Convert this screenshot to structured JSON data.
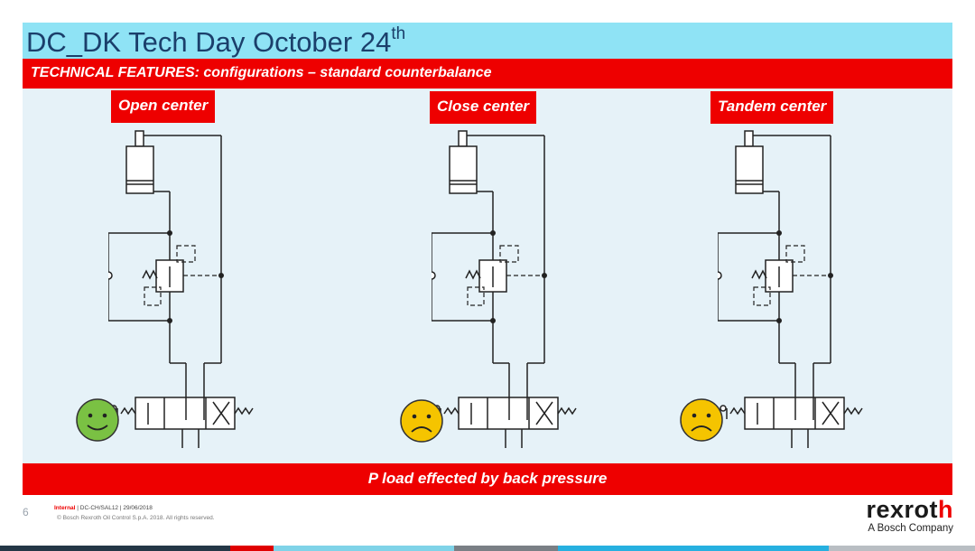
{
  "header": {
    "title_main": "DC_DK Tech Day October 24",
    "title_sup": "th",
    "subtitle": "TECHNICAL FEATURES: configurations – standard counterbalance"
  },
  "configs": [
    {
      "label": "Open center",
      "mood": "happy"
    },
    {
      "label": "Close center",
      "mood": "sad"
    },
    {
      "label": "Tandem center",
      "mood": "sad"
    }
  ],
  "bottom_note": "P load effected by back pressure",
  "footer": {
    "page_number": "6",
    "classification": "Internal",
    "doc_ref": " | DC-CH/SAL12 | 29/06/2018",
    "copyright": "© Bosch Rexroth Oil Control S.p.A. 2018. All rights reserved."
  },
  "logo": {
    "word_main": "rexrot",
    "word_accent": "h",
    "tagline": "A Bosch Company"
  },
  "colors": {
    "accent_red": "#ee0000",
    "title_band": "#8fe3f5",
    "content_bg": "#e6f2f8",
    "happy": "#7ac143",
    "sad": "#f5c400"
  }
}
